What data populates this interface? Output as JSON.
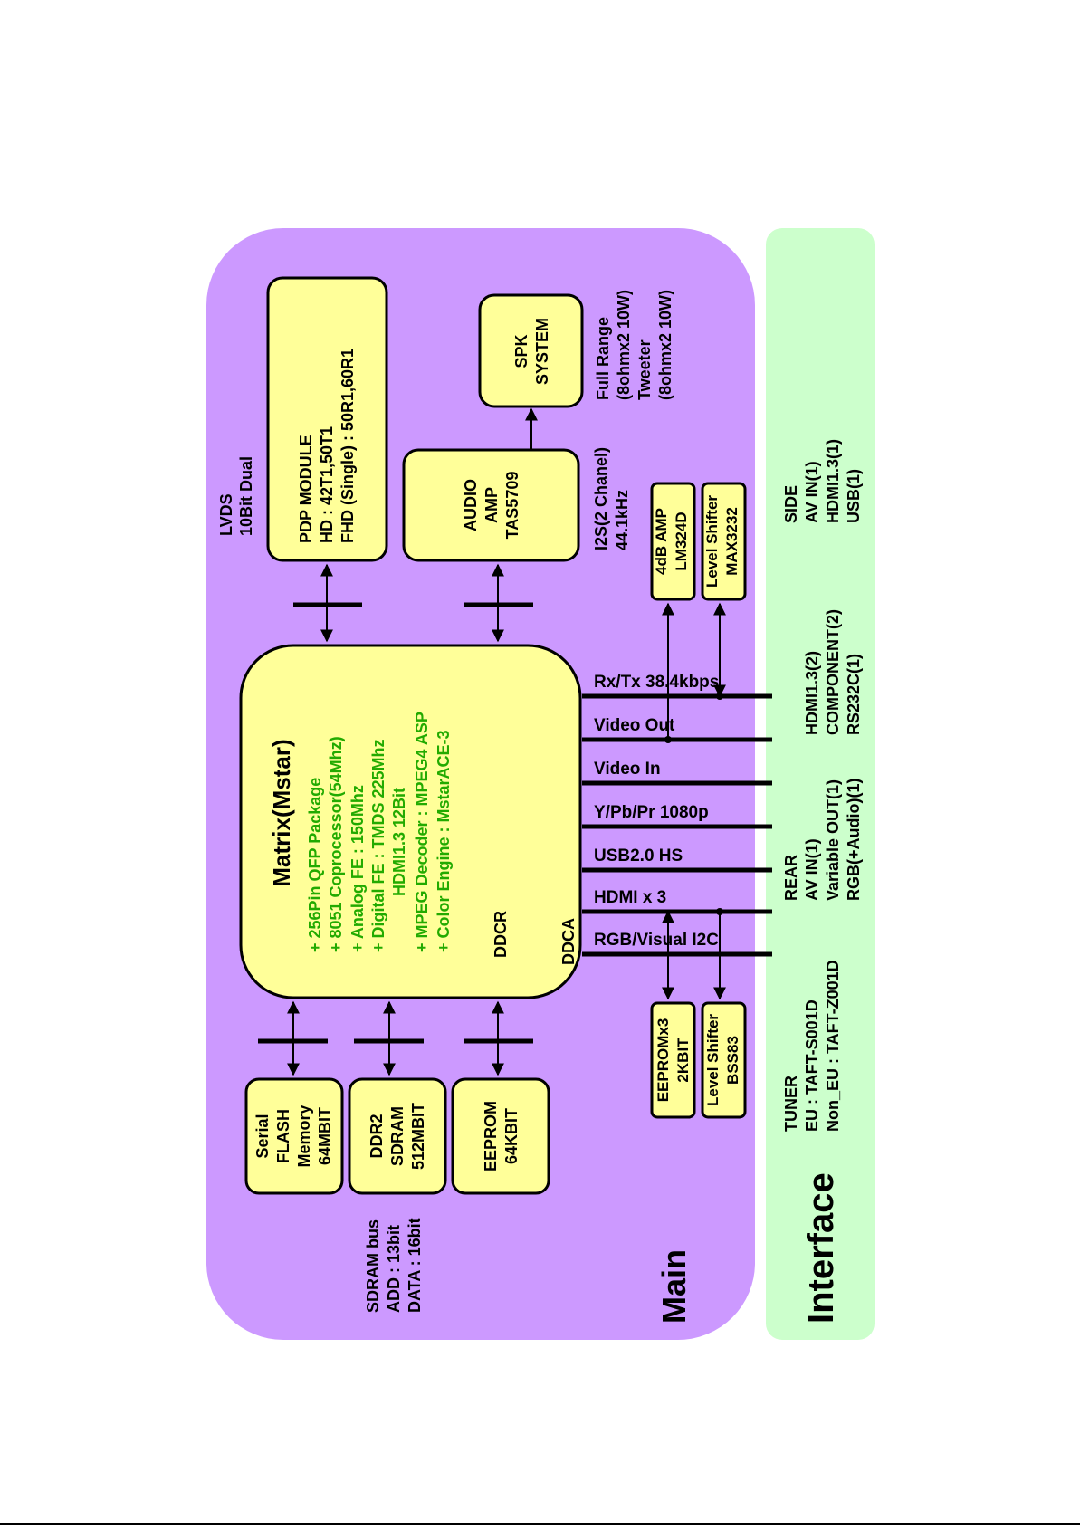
{
  "colors": {
    "main_bg": "#cc99ff",
    "interface_bg": "#ccffcc",
    "block_fill": "#ffff99",
    "green_text": "#22aa00",
    "line": "#000000"
  },
  "main": {
    "title": "Main",
    "lvds_label": [
      "LVDS",
      "10Bit Dual"
    ],
    "pdp_module": [
      "PDP MODULE",
      "HD : 42T1,50T1",
      "FHD (Single) : 50R1,60R1"
    ],
    "audio_amp": [
      "AUDIO",
      "AMP",
      "TAS5709"
    ],
    "spk_system": [
      "SPK",
      "SYSTEM"
    ],
    "speaker_spec": [
      "Full Range",
      "(8ohmx2 10W)",
      "Tweeter",
      "(8ohmx2 10W)"
    ],
    "i2s_label": [
      "I2S(2 Chanel)",
      "44.1kHz"
    ],
    "amp_4db": [
      "4dB AMP",
      "LM324D"
    ],
    "level_shifter_max": [
      "Level Shifter",
      "MAX3232"
    ],
    "matrix": {
      "title": "Matrix(Mstar)",
      "features": [
        "+ 256Pin QFP Package",
        "+ 8051 Coprocessor(54Mhz)",
        "+ Analog FE : 150Mhz",
        "+ Digital FE : TMDS 225Mhz",
        "HDMI1.3 12Bit",
        "+ MPEG Decoder : MPEG4 ASP",
        "+ Color Engine : MstarACE-3"
      ],
      "ddcr": "DDCR",
      "ddca": "DDCA"
    },
    "bus_labels": [
      "Rx/Tx 38.4kbps",
      "Video Out",
      "Video In",
      "Y/Pb/Pr 1080p",
      "USB2.0 HS",
      "HDMI x 3",
      "RGB/Visual I2C"
    ],
    "serial_flash": [
      "Serial",
      "FLASH",
      "Memory",
      "64MBIT"
    ],
    "ddr2": [
      "DDR2",
      "SDRAM",
      "512MBIT"
    ],
    "eeprom": [
      "EEPROM",
      "64KBIT"
    ],
    "sdram_bus": [
      "SDRAM bus",
      "ADD : 13bit",
      "DATA : 16bit"
    ],
    "eeprom_x3": [
      "EEPROMx3",
      "2KBIT"
    ],
    "level_shifter_bss": [
      "Level Shifter",
      "BSS83"
    ]
  },
  "interface": {
    "title": "Interface",
    "side": [
      "SIDE",
      "AV IN(1)",
      "HDMI1.3(1)",
      "USB(1)"
    ],
    "rear_a": [
      "HDMI1.3(2)",
      "COMPONENT(2)",
      "RS232C(1)"
    ],
    "rear_b": [
      "REAR",
      "AV IN(1)",
      "Variable OUT(1)",
      "RGB(+Audio)(1)"
    ],
    "tuner": [
      "TUNER",
      "EU      : TAFT-S001D",
      "Non_EU : TAFT-Z001D"
    ]
  }
}
